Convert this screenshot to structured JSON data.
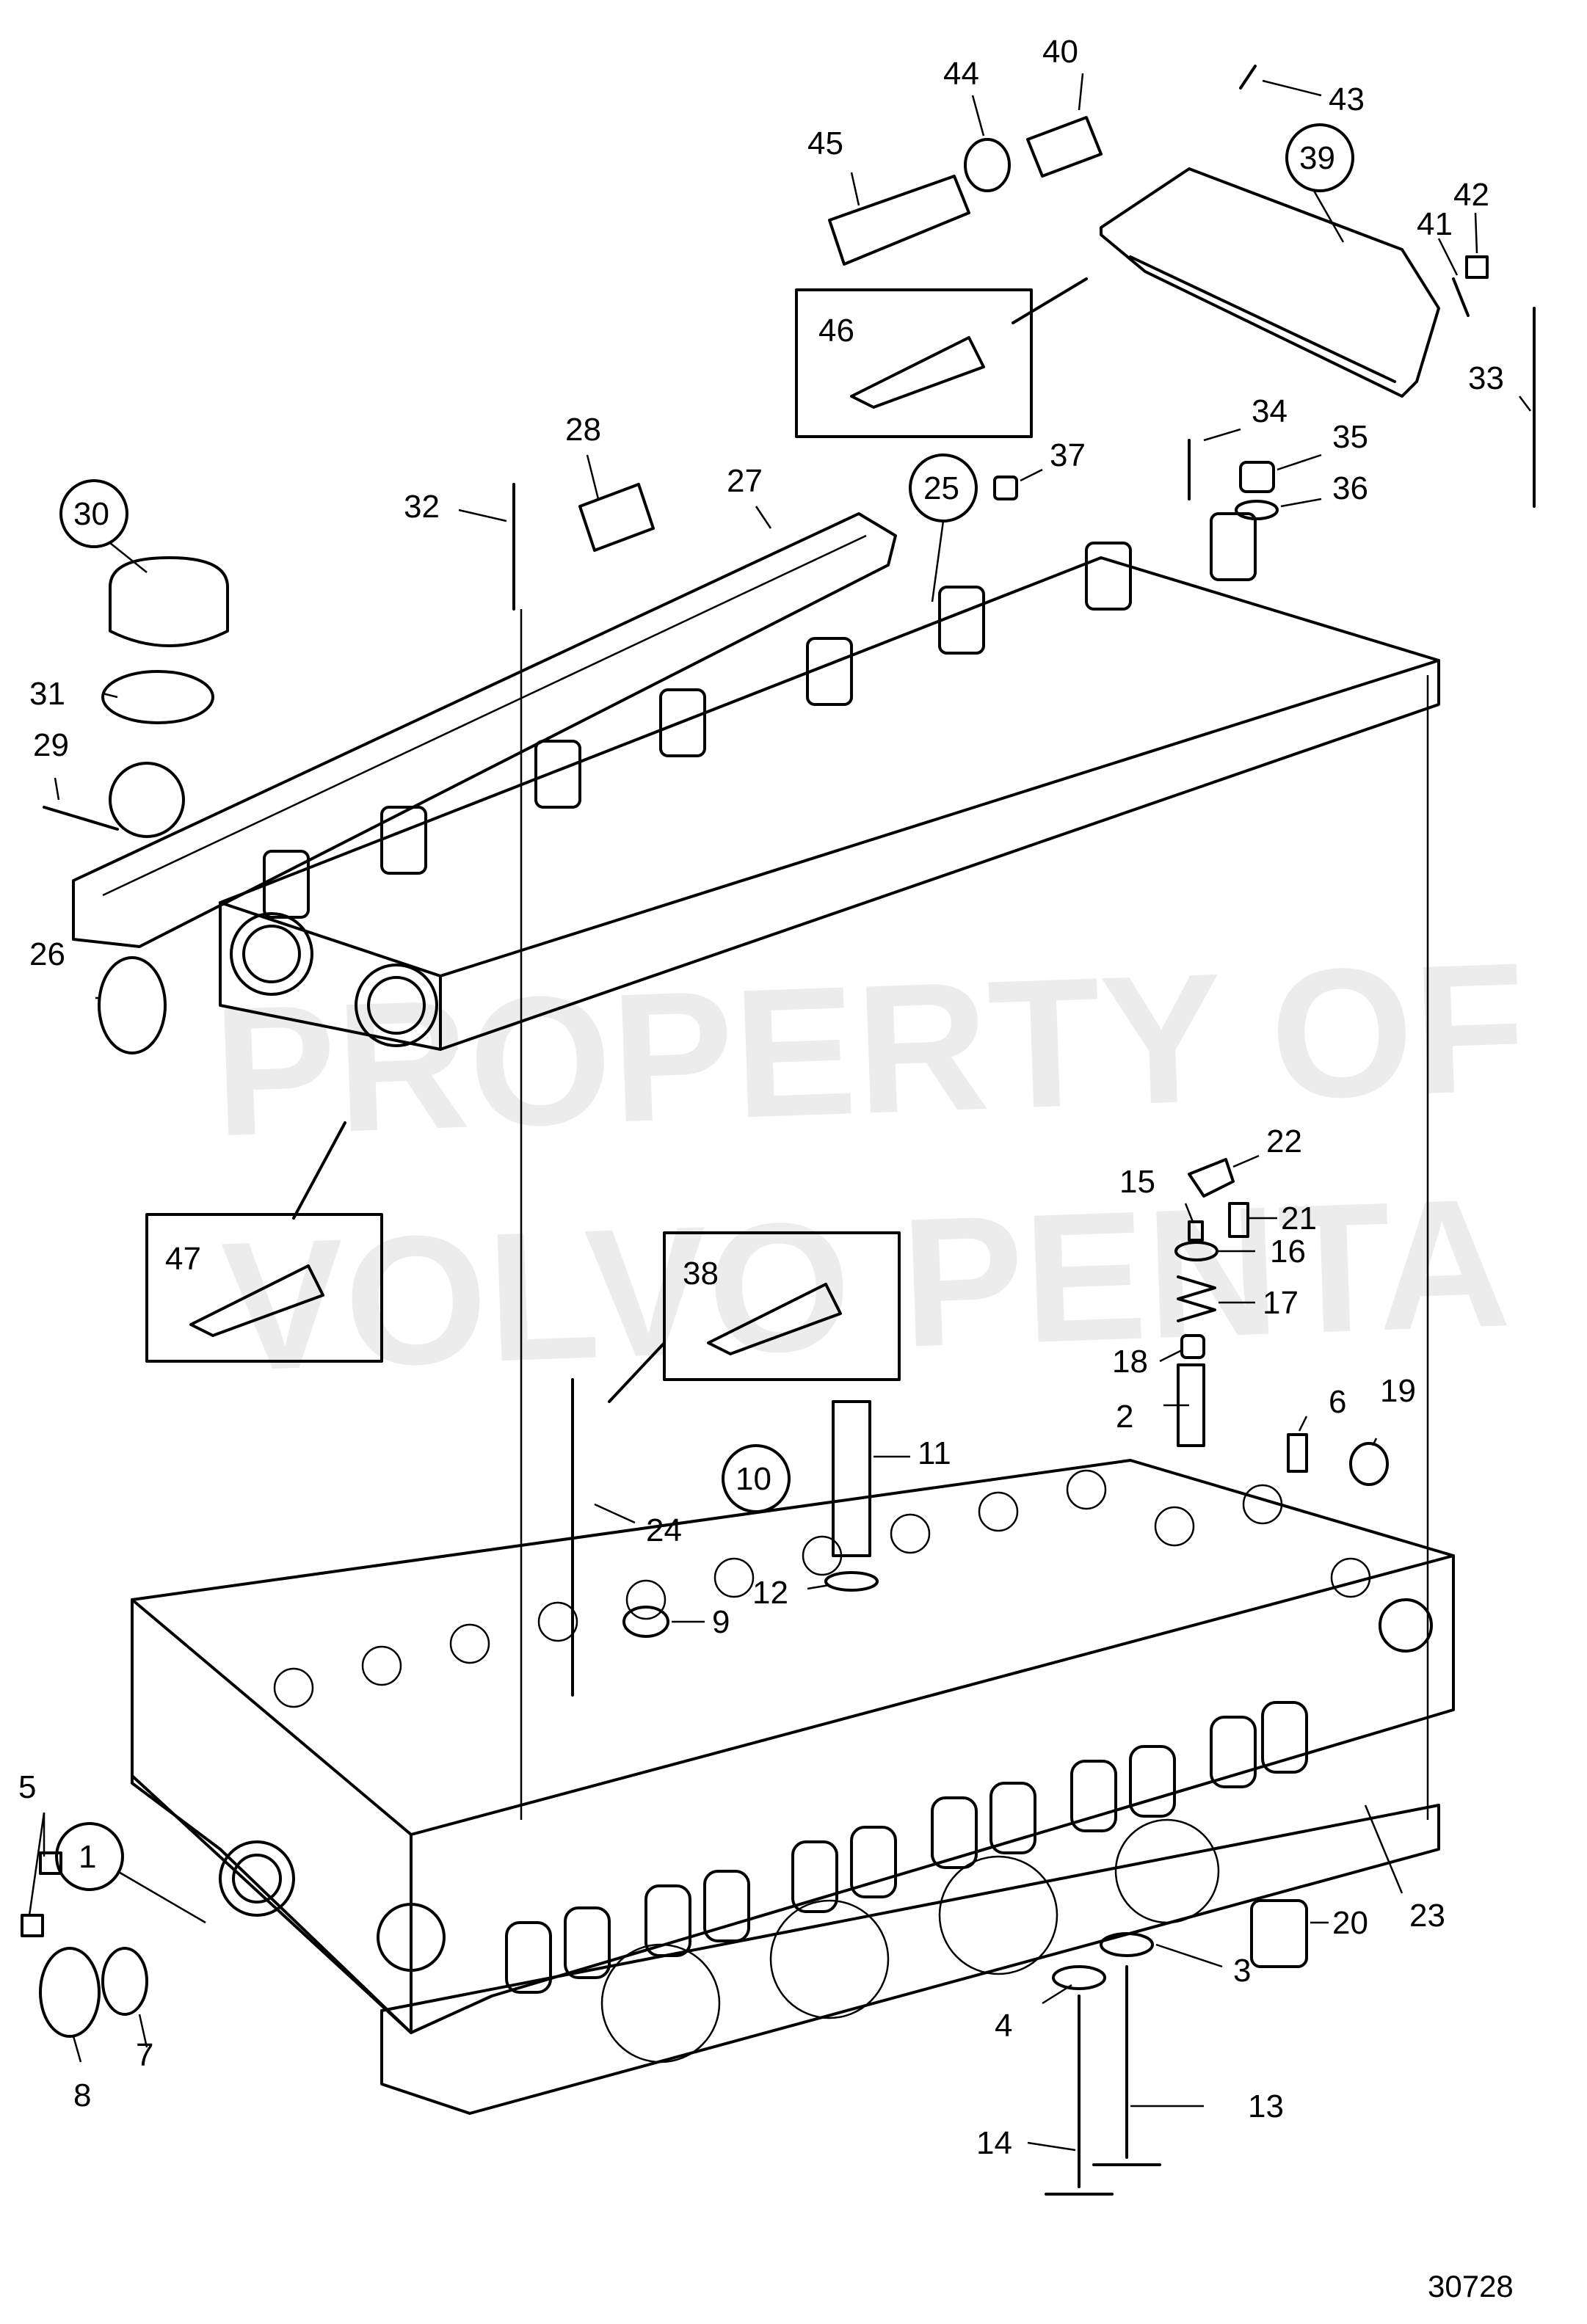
{
  "watermark": {
    "line1": "PROPERTY OF",
    "line2": "VOLVO PENTA"
  },
  "drawing_number": "30728",
  "callouts": {
    "c1": "1",
    "c2": "2",
    "c3": "3",
    "c4": "4",
    "c5": "5",
    "c6": "6",
    "c7": "7",
    "c8": "8",
    "c9": "9",
    "c10": "10",
    "c11": "11",
    "c12": "12",
    "c13": "13",
    "c14": "14",
    "c15": "15",
    "c16": "16",
    "c17": "17",
    "c18": "18",
    "c19": "19",
    "c20": "20",
    "c21": "21",
    "c22": "22",
    "c23": "23",
    "c24": "24",
    "c25": "25",
    "c26": "26",
    "c27": "27",
    "c28": "28",
    "c29": "29",
    "c30": "30",
    "c31": "31",
    "c32": "32",
    "c33": "33",
    "c34": "34",
    "c35": "35",
    "c36": "36",
    "c37": "37",
    "c38": "38",
    "c39": "39",
    "c40": "40",
    "c41": "41",
    "c42": "42",
    "c43": "43",
    "c44": "44",
    "c45": "45",
    "c46": "46",
    "c47": "47"
  }
}
